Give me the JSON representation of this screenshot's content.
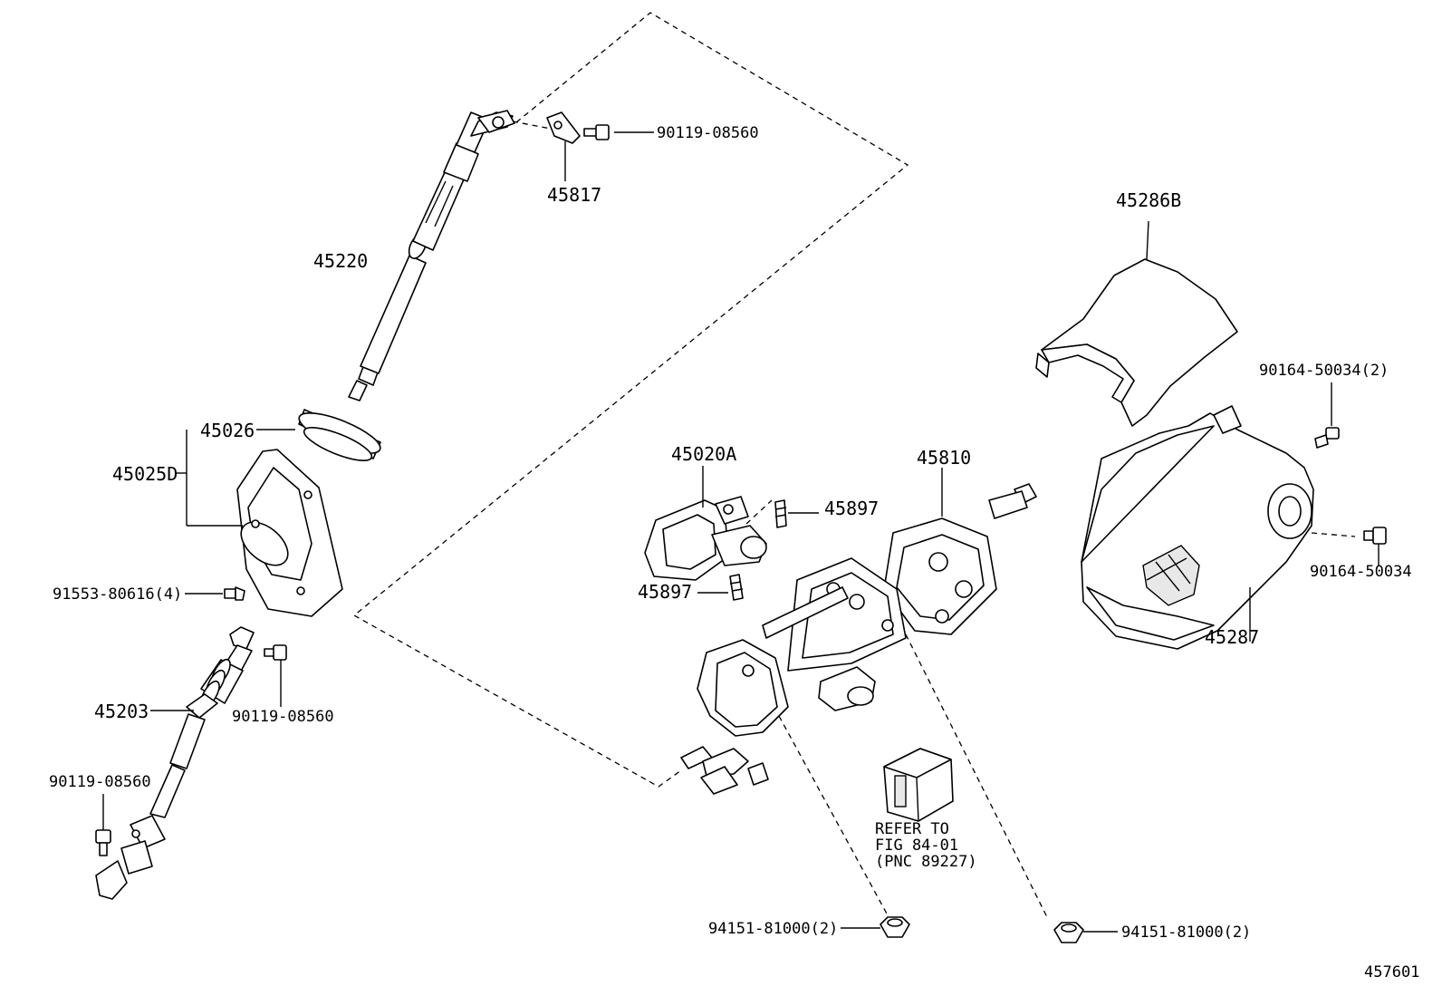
{
  "labels": {
    "p90119_top": "90119-08560",
    "p45817": "45817",
    "p45220": "45220",
    "p45026": "45026",
    "p45025D": "45025D",
    "p91553": "91553-80616(4)",
    "p45203": "45203",
    "p90119_mid": "90119-08560",
    "p90119_low": "90119-08560",
    "p45020A": "45020A",
    "p45897_a": "45897",
    "p45897_b": "45897",
    "p45810": "45810",
    "p45286B": "45286B",
    "p90164_2": "90164-50034(2)",
    "p90164": "90164-50034",
    "p45287": "45287",
    "p94151_left": "94151-81000(2)",
    "p94151_right": "94151-81000(2)",
    "diagram_id": "457601"
  },
  "refer_note": {
    "line1": "REFER TO",
    "line2": "FIG 84-01",
    "line3": "(PNC 89227)"
  }
}
